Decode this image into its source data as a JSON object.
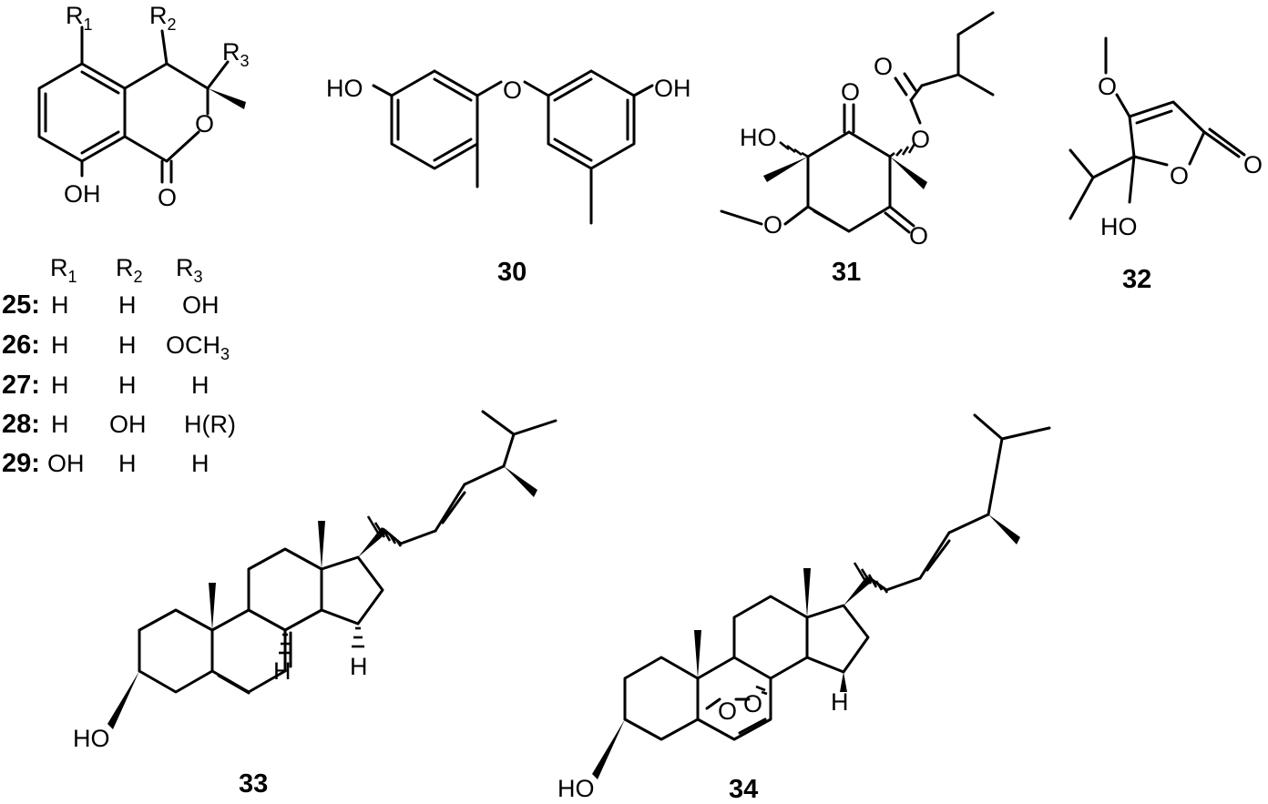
{
  "compounds": {
    "c25_29": {
      "substituents": {
        "r1": "R",
        "r2": "R",
        "r3": "R",
        "sub1": "1",
        "sub2": "2",
        "sub3": "3"
      },
      "atoms": {
        "oh": "OH",
        "o_ring": "O",
        "o_carbonyl": "O"
      },
      "table": {
        "header": {
          "r": "R",
          "s1": "1",
          "s2": "2",
          "s3": "3"
        },
        "rows": [
          {
            "id": "25:",
            "r1": "H",
            "r2": "H",
            "r3": "OH"
          },
          {
            "id": "26:",
            "r1": "H",
            "r2": "H",
            "r3": "OCH",
            "r3_sub": "3"
          },
          {
            "id": "27:",
            "r1": "H",
            "r2": "H",
            "r3": "H"
          },
          {
            "id": "28:",
            "r1": "H",
            "r2": "OH",
            "r3": "H(R)"
          },
          {
            "id": "29:",
            "r1": "OH",
            "r2": "H",
            "r3": "H"
          }
        ]
      }
    },
    "c30": {
      "label": "30",
      "atoms": {
        "ho_left": "HO",
        "o_bridge": "O",
        "oh_right": "OH"
      }
    },
    "c31": {
      "label": "31",
      "atoms": {
        "ho": "HO",
        "o_top": "O",
        "o_ester": "O",
        "o_acyl": "O",
        "o_bottom": "O",
        "o_methoxy": "O"
      }
    },
    "c32": {
      "label": "32",
      "atoms": {
        "o_methoxy": "O",
        "o_ring": "O",
        "o_carbonyl": "O",
        "ho": "HO"
      }
    },
    "c33": {
      "label": "33",
      "atoms": {
        "ho": "HO",
        "h9": "H",
        "h14": "H"
      }
    },
    "c34": {
      "label": "34",
      "atoms": {
        "ho": "HO",
        "o_peroxide_1": "O",
        "o_peroxide_2": "O",
        "h14": "H"
      }
    }
  }
}
